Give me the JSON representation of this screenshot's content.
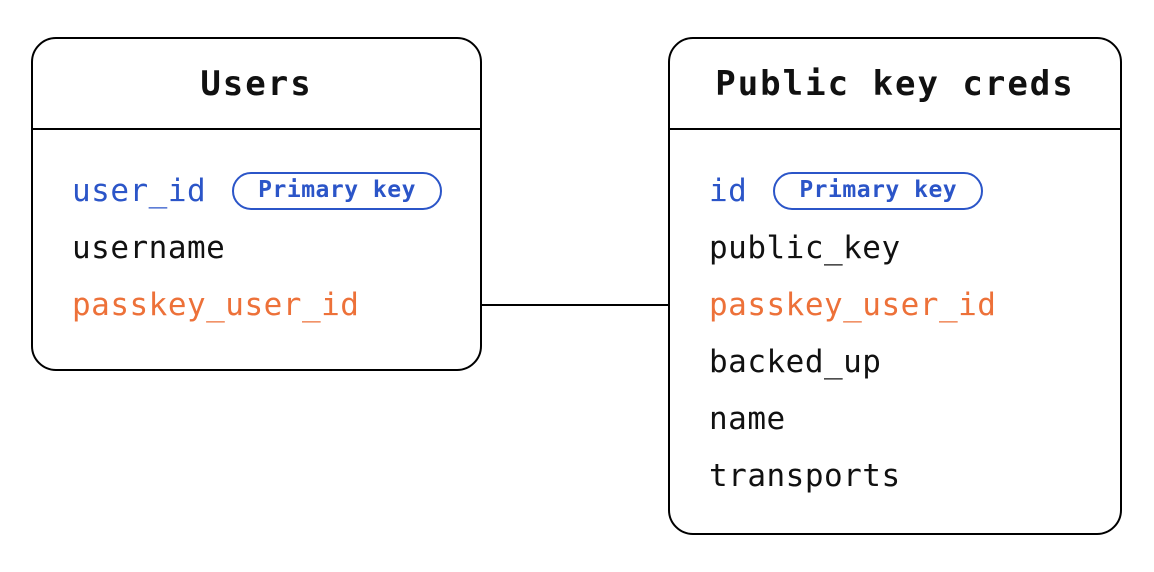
{
  "diagram": {
    "colors": {
      "border": "#000000",
      "field_default": "#111111",
      "primary_key": "#2b55c8",
      "foreign_key": "#ed7139",
      "canvas_bg": "#ffffff"
    },
    "tables": [
      {
        "title": "Users",
        "fields": [
          {
            "name": "user_id",
            "role": "primary",
            "badge": "Primary key"
          },
          {
            "name": "username",
            "role": "default"
          },
          {
            "name": "passkey_user_id",
            "role": "foreign"
          }
        ]
      },
      {
        "title": "Public key creds",
        "fields": [
          {
            "name": "id",
            "role": "primary",
            "badge": "Primary key"
          },
          {
            "name": "public_key",
            "role": "default"
          },
          {
            "name": "passkey_user_id",
            "role": "foreign"
          },
          {
            "name": "backed_up",
            "role": "default"
          },
          {
            "name": "name",
            "role": "default"
          },
          {
            "name": "transports",
            "role": "default"
          }
        ]
      }
    ],
    "connector": {
      "from": "Users.passkey_user_id",
      "to": "Public key creds.passkey_user_id"
    }
  }
}
